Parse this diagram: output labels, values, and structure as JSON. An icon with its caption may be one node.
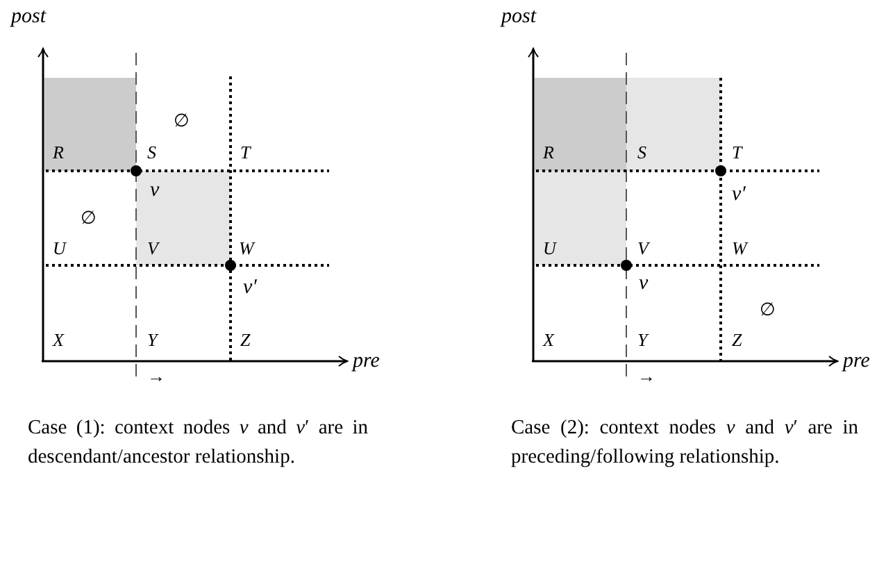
{
  "diagram": {
    "labels": [
      "post",
      "∅",
      "R",
      "S",
      "T",
      "v",
      "∅",
      "U",
      "V",
      "W",
      "v′",
      "X",
      "Y",
      "Z",
      "pre",
      "→",
      "Case (1): context nodes *v* and *v*′ are in descendant/ancestor relationship.",
      "post",
      "R",
      "S",
      "T",
      "v′",
      "U",
      "V",
      "W",
      "v",
      "∅",
      "X",
      "Y",
      "Z",
      "pre",
      "→",
      "Case (2): context nodes *v* and *v*′ are in preceding/following relationship."
    ]
  }
}
